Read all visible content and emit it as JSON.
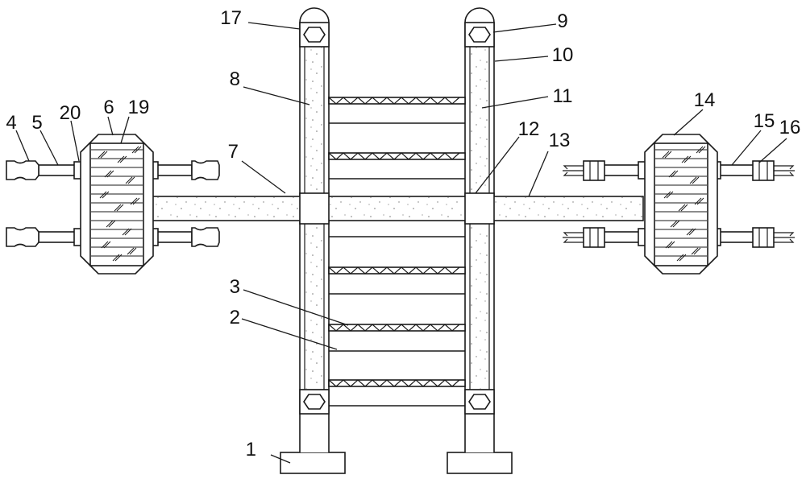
{
  "labels": {
    "l1": "1",
    "l2": "2",
    "l3": "3",
    "l4": "4",
    "l5": "5",
    "l6": "6",
    "l7": "7",
    "l8": "8",
    "l9": "9",
    "l10": "10",
    "l11": "11",
    "l12": "12",
    "l13": "13",
    "l14": "14",
    "l15": "15",
    "l16": "16",
    "l17": "17",
    "l19": "19",
    "l20": "20"
  }
}
